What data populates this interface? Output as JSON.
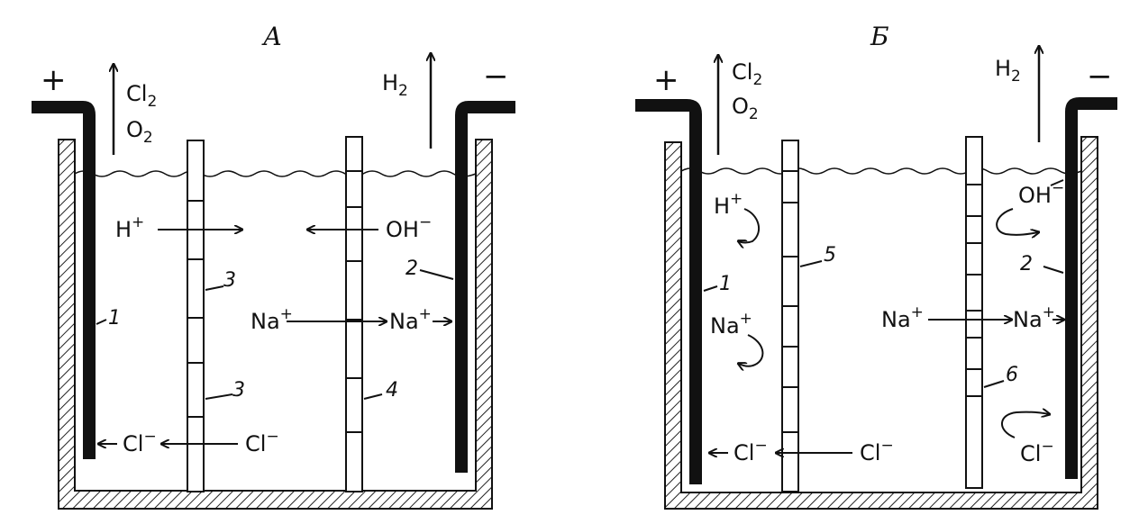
{
  "diagram": {
    "left": {
      "title": "А",
      "anode_sign": "+",
      "cathode_sign": "−",
      "gas_anode": [
        "Cl",
        "2",
        "O",
        "2"
      ],
      "gas_cathode": [
        "H",
        "2"
      ],
      "ions": {
        "h_plus": [
          "H",
          "+"
        ],
        "oh_minus": [
          "OH",
          "−"
        ],
        "na_left": [
          "Na",
          "+"
        ],
        "na_right": [
          "Na",
          "+"
        ],
        "cl_left": [
          "Cl",
          "−"
        ],
        "cl_right": [
          "Cl",
          "−"
        ]
      },
      "labels": {
        "anode": "1",
        "cathode": "2",
        "diaphragm_upper": "3",
        "diaphragm_lower": "3",
        "membrane": "4"
      }
    },
    "right": {
      "title": "Б",
      "anode_sign": "+",
      "cathode_sign": "−",
      "gas_anode": [
        "Cl",
        "2",
        "O",
        "2"
      ],
      "gas_cathode": [
        "H",
        "2"
      ],
      "ions": {
        "h_plus": [
          "H",
          "+"
        ],
        "oh_minus": [
          "OH",
          "−"
        ],
        "na_left": [
          "Na",
          "+"
        ],
        "na_middle": [
          "Na",
          "+"
        ],
        "na_right": [
          "Na",
          "+"
        ],
        "cl_left": [
          "Cl",
          "−"
        ],
        "cl_right": [
          "Cl",
          "−"
        ],
        "cl_bottom": [
          "Cl",
          "−"
        ]
      },
      "labels": {
        "anode": "1",
        "cathode": "2",
        "membrane_left": "5",
        "membrane_right": "6"
      }
    }
  }
}
